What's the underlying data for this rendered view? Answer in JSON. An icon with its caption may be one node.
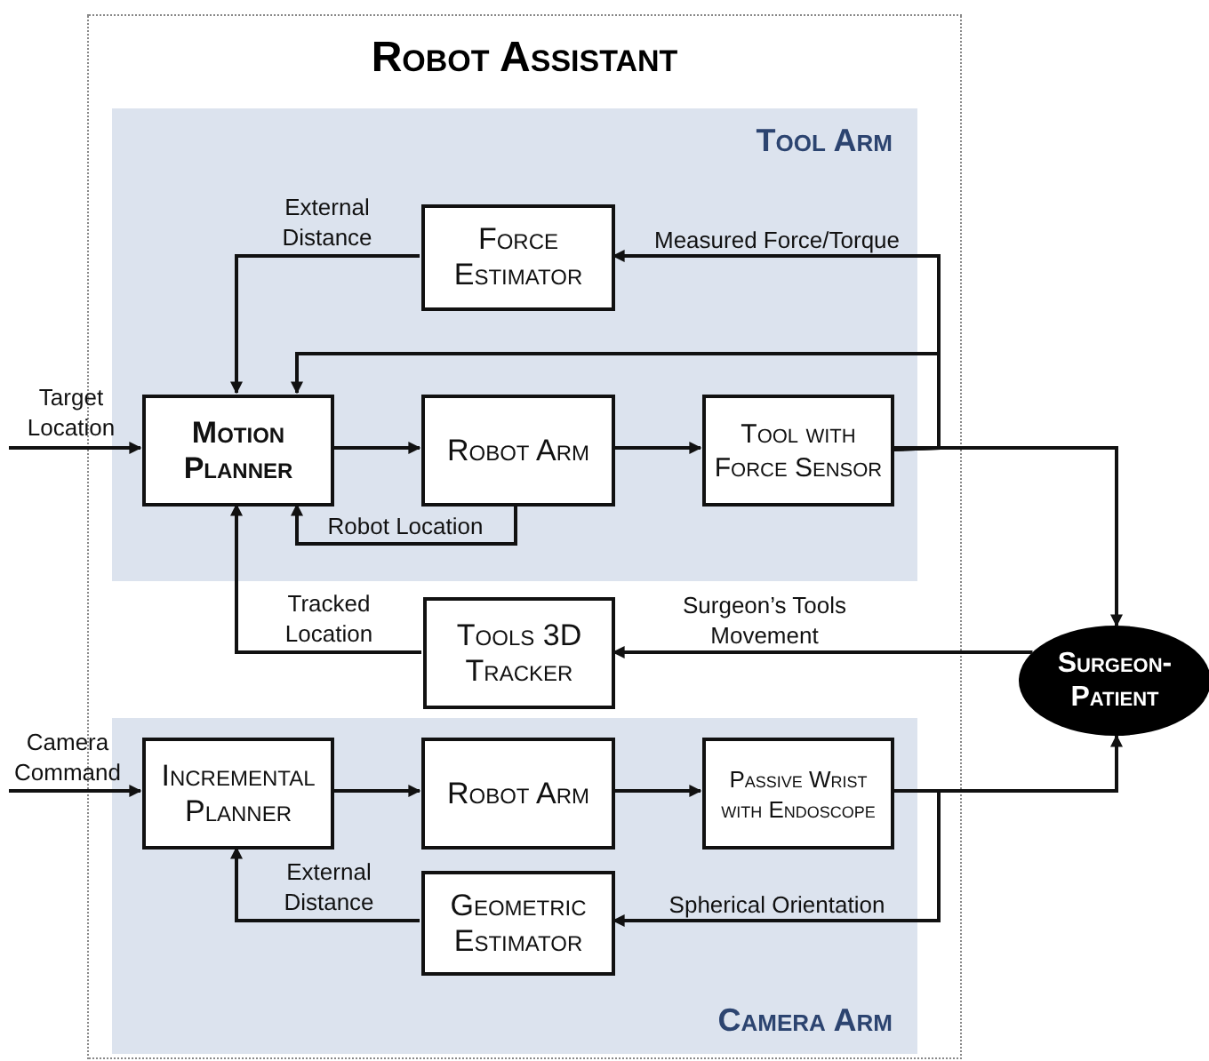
{
  "diagram": {
    "nodes": [
      {
        "text": [
          "Robot Assistant"
        ]
      },
      {
        "text": [
          "Tool Arm"
        ],
        "in": 0
      },
      {
        "text": [
          "Force Estimator"
        ],
        "in": 1
      },
      {
        "text": [
          "Motion Planner"
        ],
        "in": 1
      },
      {
        "text": [
          "Robot Arm"
        ],
        "in": 1
      },
      {
        "text": [
          "Tool with Force Sensor"
        ],
        "in": 1
      },
      {
        "text": [
          "Tools 3D Tracker"
        ],
        "in": 0
      },
      {
        "text": [
          "Surgeon-Patient"
        ]
      },
      {
        "text": [
          "Camera Arm"
        ],
        "in": 0
      },
      {
        "text": [
          "Incremental Planner"
        ],
        "in": 8
      },
      {
        "text": [
          "Robot Arm"
        ],
        "in": 8
      },
      {
        "text": [
          "Passive Wrist with Endoscope"
        ],
        "in": 8
      },
      {
        "text": [
          "Geometric Estimator"
        ],
        "in": 8
      }
    ],
    "edges": [
      {
        "from": null,
        "to": 3,
        "arrow": "to",
        "label": "Target Location"
      },
      {
        "from": 2,
        "to": 3,
        "arrow": "to",
        "label": "External Distance"
      },
      {
        "from": 5,
        "to": 2,
        "arrow": "to",
        "label": "Measured Force/Torque"
      },
      {
        "from": 5,
        "to": 3,
        "arrow": "to"
      },
      {
        "from": 3,
        "to": 4,
        "arrow": "to"
      },
      {
        "from": 4,
        "to": 5,
        "arrow": "to"
      },
      {
        "from": 4,
        "to": 3,
        "arrow": "to",
        "label": "Robot Location"
      },
      {
        "from": 5,
        "to": 7,
        "arrow": "to"
      },
      {
        "from": 7,
        "to": 6,
        "arrow": "to",
        "label": "Surgeon’s Tools Movement"
      },
      {
        "from": 6,
        "to": 3,
        "arrow": "to",
        "label": "Tracked Location"
      },
      {
        "from": null,
        "to": 9,
        "arrow": "to",
        "label": "Camera Command"
      },
      {
        "from": 9,
        "to": 10,
        "arrow": "to"
      },
      {
        "from": 10,
        "to": 11,
        "arrow": "to"
      },
      {
        "from": 11,
        "to": 7,
        "arrow": "to"
      },
      {
        "from": 11,
        "to": 12,
        "arrow": "to",
        "label": "Spherical Orientation"
      },
      {
        "from": 12,
        "to": 9,
        "arrow": "to",
        "label": "External Distance"
      }
    ]
  }
}
